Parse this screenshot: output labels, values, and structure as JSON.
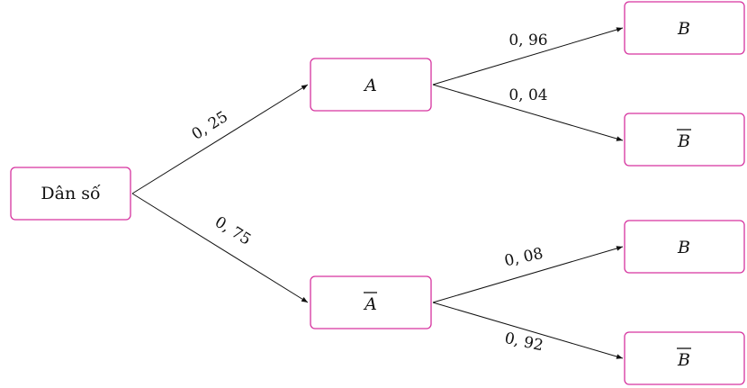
{
  "tree": {
    "root": {
      "label": "Dân số"
    },
    "level1": [
      {
        "label": "A",
        "overline": false,
        "prob": "0, 25"
      },
      {
        "label": "A",
        "overline": true,
        "prob": "0, 75"
      }
    ],
    "level2": [
      {
        "label": "B",
        "overline": false,
        "prob": "0, 96"
      },
      {
        "label": "B",
        "overline": true,
        "prob": "0, 04"
      },
      {
        "label": "B",
        "overline": false,
        "prob": "0, 08"
      },
      {
        "label": "B",
        "overline": true,
        "prob": "0, 92"
      }
    ]
  },
  "colors": {
    "box_border": "#d6339f",
    "line": "#111111"
  }
}
